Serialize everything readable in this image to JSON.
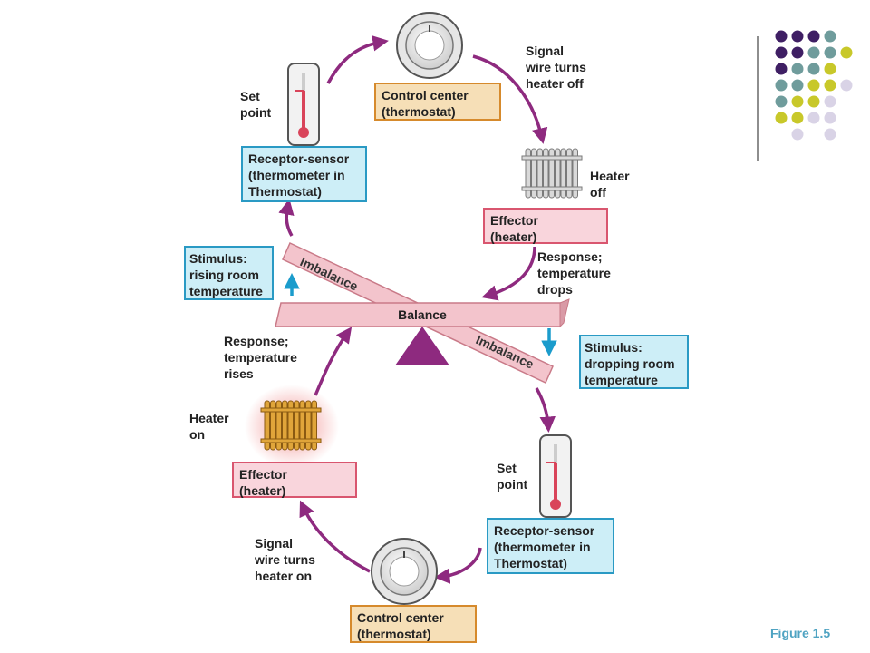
{
  "diagram": {
    "top_loop": {
      "control_center": "Control center\n(thermostat)",
      "signal": "Signal\nwire turns\nheater off",
      "heater_state": "Heater\noff",
      "effector": "Effector\n(heater)",
      "response": "Response;\ntemperature\ndrops",
      "set_point": "Set\npoint",
      "receptor": "Receptor-sensor\n(thermometer in\nThermostat)",
      "stimulus": "Stimulus:\nrising room\ntemperature"
    },
    "balance": {
      "center_label": "Balance",
      "imbalance_left": "Imbalance",
      "imbalance_right": "Imbalance"
    },
    "bottom_loop": {
      "stimulus": "Stimulus:\ndropping room\ntemperature",
      "set_point": "Set\npoint",
      "receptor": "Receptor-sensor\n(thermometer in\nThermostat)",
      "control_center": "Control center\n(thermostat)",
      "signal": "Signal\nwire turns\nheater on",
      "effector": "Effector\n(heater)",
      "heater_state": "Heater\non",
      "response": "Response;\ntemperature\nrises"
    },
    "figure_label": "Figure 1.5"
  },
  "colors": {
    "arrow": "#8e2a7f",
    "stimulus_arrow": "#1b9ccc",
    "fulcrum": "#8e2a7f",
    "beam": "#f3c4cc",
    "heater_on": "#e0a53a",
    "heater_off": "#d9d9d9",
    "dots": [
      "#3f1f64",
      "#6f9c9c",
      "#c8c82a",
      "#d9d3e6"
    ]
  }
}
